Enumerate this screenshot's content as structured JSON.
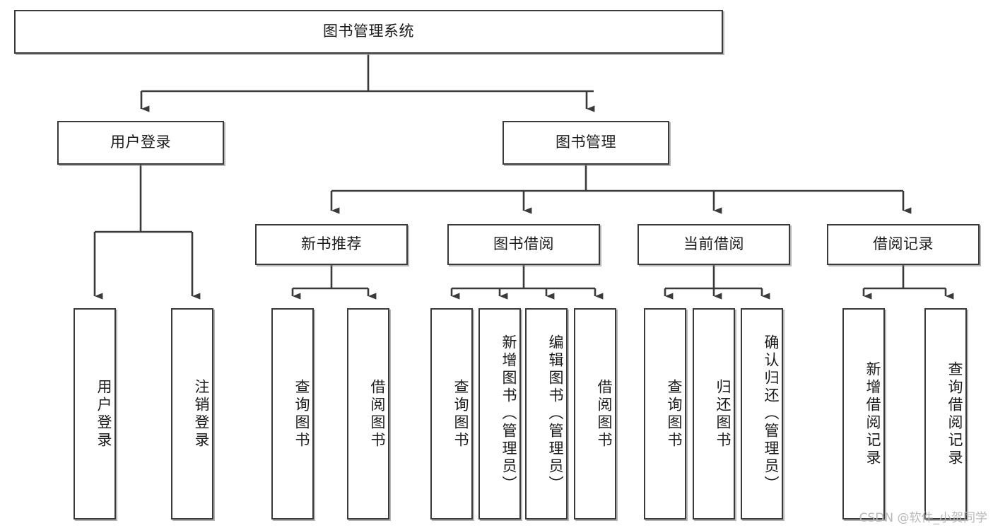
{
  "diagram": {
    "type": "tree",
    "title": "图书管理系统",
    "orientation": "top-down",
    "levels": 4,
    "colors": {
      "node_border": "#3a3a3a",
      "node_fill": "#ffffff",
      "edge": "#3a3a3a",
      "watermark": "#b9b9b9",
      "background": "#ffffff"
    }
  },
  "root": {
    "label": "图书管理系统"
  },
  "level2": [
    {
      "label": "用户登录"
    },
    {
      "label": "图书管理"
    }
  ],
  "level3": [
    {
      "label": "新书推荐"
    },
    {
      "label": "图书借阅"
    },
    {
      "label": "当前借阅"
    },
    {
      "label": "借阅记录"
    }
  ],
  "leaves": {
    "user_login": [
      {
        "label": "用户登录"
      },
      {
        "label": "注销登录"
      }
    ],
    "new_book_recommend": [
      {
        "label": "查询图书"
      },
      {
        "label": "借阅图书"
      }
    ],
    "book_borrow": [
      {
        "label": "查询图书"
      },
      {
        "label": "新增图书（管理员）"
      },
      {
        "label": "编辑图书（管理员）"
      },
      {
        "label": "借阅图书"
      }
    ],
    "current_borrow": [
      {
        "label": "查询图书"
      },
      {
        "label": "归还图书"
      },
      {
        "label": "确认归还（管理员）"
      }
    ],
    "borrow_record": [
      {
        "label": "新增借阅记录"
      },
      {
        "label": "查询借阅记录"
      }
    ]
  },
  "watermark": {
    "text": "CSDN @软件_小贺同学"
  }
}
